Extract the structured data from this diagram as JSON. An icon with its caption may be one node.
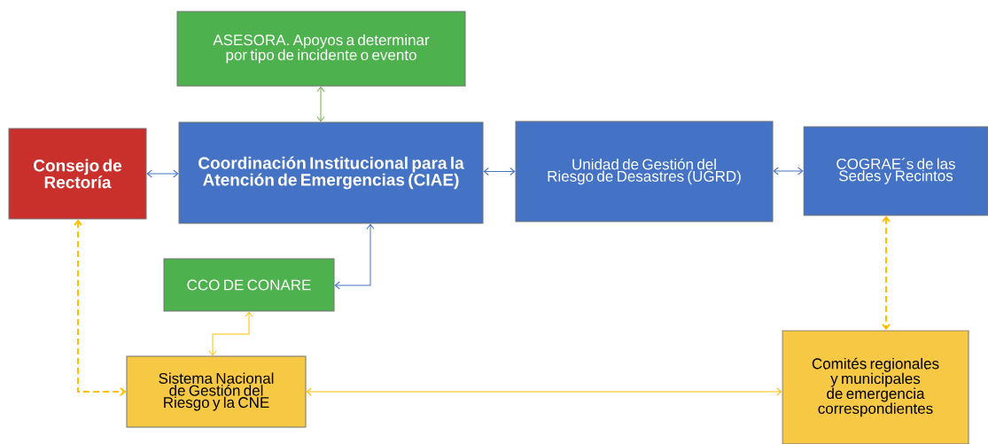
{
  "diagram": {
    "nodes": [
      {
        "text": [
          "ASESORA. Apoyos a determinar por tipo de incidente o evento"
        ]
      },
      {
        "text": [
          "Consejo de Rectoría"
        ]
      },
      {
        "text": [
          "Coordinación Institucional para la Atención de Emergencias (CIAE)"
        ]
      },
      {
        "text": [
          "Unidad de Gestión del Riesgo de Desastres (UGRD)"
        ]
      },
      {
        "text": [
          "COGRAE´s de las Sedes y Recintos"
        ]
      },
      {
        "text": [
          "CCO DE CONARE"
        ]
      },
      {
        "text": [
          "Sistema Nacional de Gestión del Riesgo y la CNE"
        ]
      },
      {
        "text": [
          "Comités regionales y municipales de emergencia correspondientes"
        ]
      }
    ],
    "edges": [
      {
        "from": 1,
        "to": 2,
        "arrow": "both",
        "color": "#4472c4"
      },
      {
        "from": 2,
        "to": 3,
        "arrow": "both",
        "color": "#4472c4"
      },
      {
        "from": 3,
        "to": 4,
        "arrow": "both",
        "color": "#4472c4"
      },
      {
        "from": 0,
        "to": 2,
        "arrow": "both",
        "color": "#70ad47"
      },
      {
        "from": 2,
        "to": 5,
        "arrow": "both",
        "color": "#4472c4"
      },
      {
        "from": 5,
        "to": 6,
        "arrow": "both",
        "color": "#ffc000"
      },
      {
        "from": 1,
        "to": 6,
        "arrow": "both",
        "style": "dashed",
        "color": "#ffc000"
      },
      {
        "from": 6,
        "to": 7,
        "arrow": "both",
        "color": "#ffc000"
      },
      {
        "from": 4,
        "to": 7,
        "arrow": "both",
        "style": "dashed",
        "color": "#ffc000"
      }
    ]
  }
}
